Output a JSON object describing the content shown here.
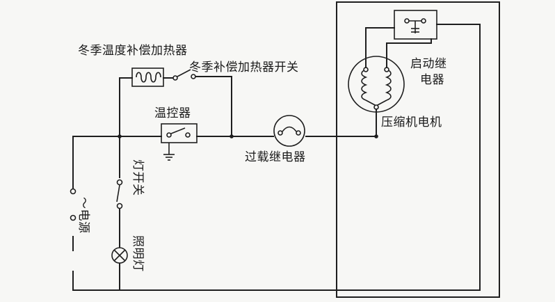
{
  "labels": {
    "winter_heater": "冬季温度补偿加热器",
    "winter_switch": "冬季补偿加热器开关",
    "start_relay_line1": "启动继",
    "start_relay_line2": "电器",
    "thermostat": "温控器",
    "compressor_motor": "压缩机电机",
    "overload_relay": "过载继电器",
    "power_source": "～电源",
    "lamp_switch": "灯开关",
    "lighting_lamp": "照明灯"
  },
  "colors": {
    "ink": "#1e1e1e",
    "paper": "#f7f7f5"
  }
}
